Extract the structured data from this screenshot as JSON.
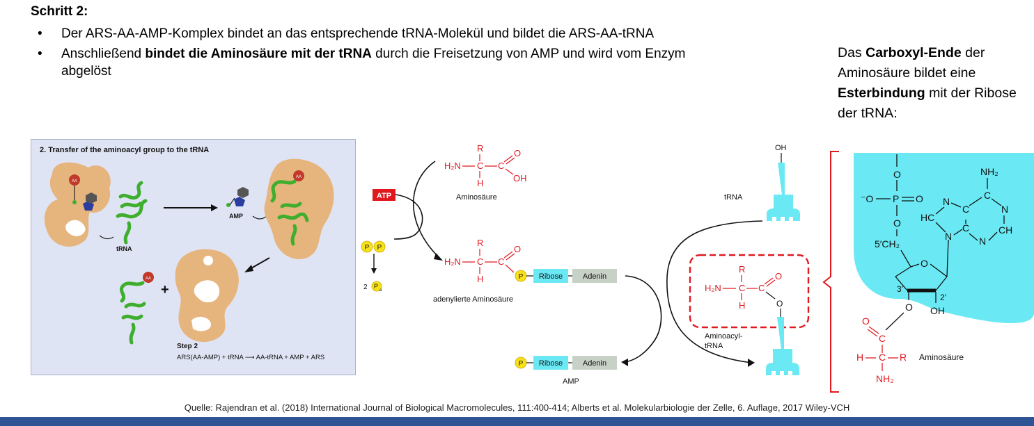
{
  "heading": "Schritt 2:",
  "bullets": [
    {
      "pre": "Der ARS-AA-AMP-Komplex bindet an das entsprechende tRNA-Molekül und bildet die ARS-AA-tRNA",
      "bold": "",
      "post": ""
    },
    {
      "pre": "Anschließend ",
      "bold": "bindet die Aminosäure mit der tRNA",
      "post": " durch die Freisetzung von AMP und wird vom Enzym abgelöst"
    }
  ],
  "side_note": {
    "t1": "Das ",
    "b1": "Carboxyl-Ende",
    "t2": " der Aminosäure bildet eine ",
    "b2": "Esterbindung",
    "t3": " mit der Ribose der tRNA:"
  },
  "panel": {
    "title": "2. Transfer of the aminoacyl group to the tRNA",
    "aa_badge": "AA",
    "trna_label": "tRNA",
    "amp_label": "AMP",
    "plus": "+",
    "step_title": "Step 2",
    "equation": "ARS(AA-AMP) + tRNA ⟶ AA-tRNA + AMP + ARS"
  },
  "reaction": {
    "atp": "ATP",
    "p": "P",
    "pi_coef": "2",
    "pi": "P",
    "pi_sub": "a",
    "aminosaeure_label": "Aminosäure",
    "adenylated_label": "adenylierte Aminosäure",
    "ribose": "Ribose",
    "adenin": "Adenin",
    "amp": "AMP",
    "trna": "tRNA",
    "oh": "OH",
    "aminoacyl_trna": "Aminoacyl-\ntRNA",
    "h2n": "H₂N",
    "c": "C",
    "r": "R",
    "h": "H",
    "o": "O",
    "oh_group": "OH"
  },
  "structure": {
    "nh2": "NH₂",
    "o_minus": "⁻O",
    "p": "P",
    "o": "O",
    "ch2": "5′CH₂",
    "hc": "HC",
    "ch": "CH",
    "n": "N",
    "c": "C",
    "c3": "3′",
    "c2": "2′",
    "oh": "OH",
    "h": "H",
    "r": "R",
    "aminosaeure": "Aminosäure"
  },
  "footer": "Quelle: Rajendran et al. (2018) International Journal of Biological Macromolecules, 111:400-414; Alberts et al. Molekularbiologie der Zelle, 6. Auflage, 2017 Wiley-VCH",
  "colors": {
    "red": "#e0191f",
    "cyan": "#6ae9f4",
    "tan": "#e6b57e",
    "green": "#3fae2e",
    "yellow": "#f7e11a",
    "gray": "#c7d1c5",
    "blue_bar": "#2f5496",
    "panel_bg": "#dfe4f4"
  }
}
